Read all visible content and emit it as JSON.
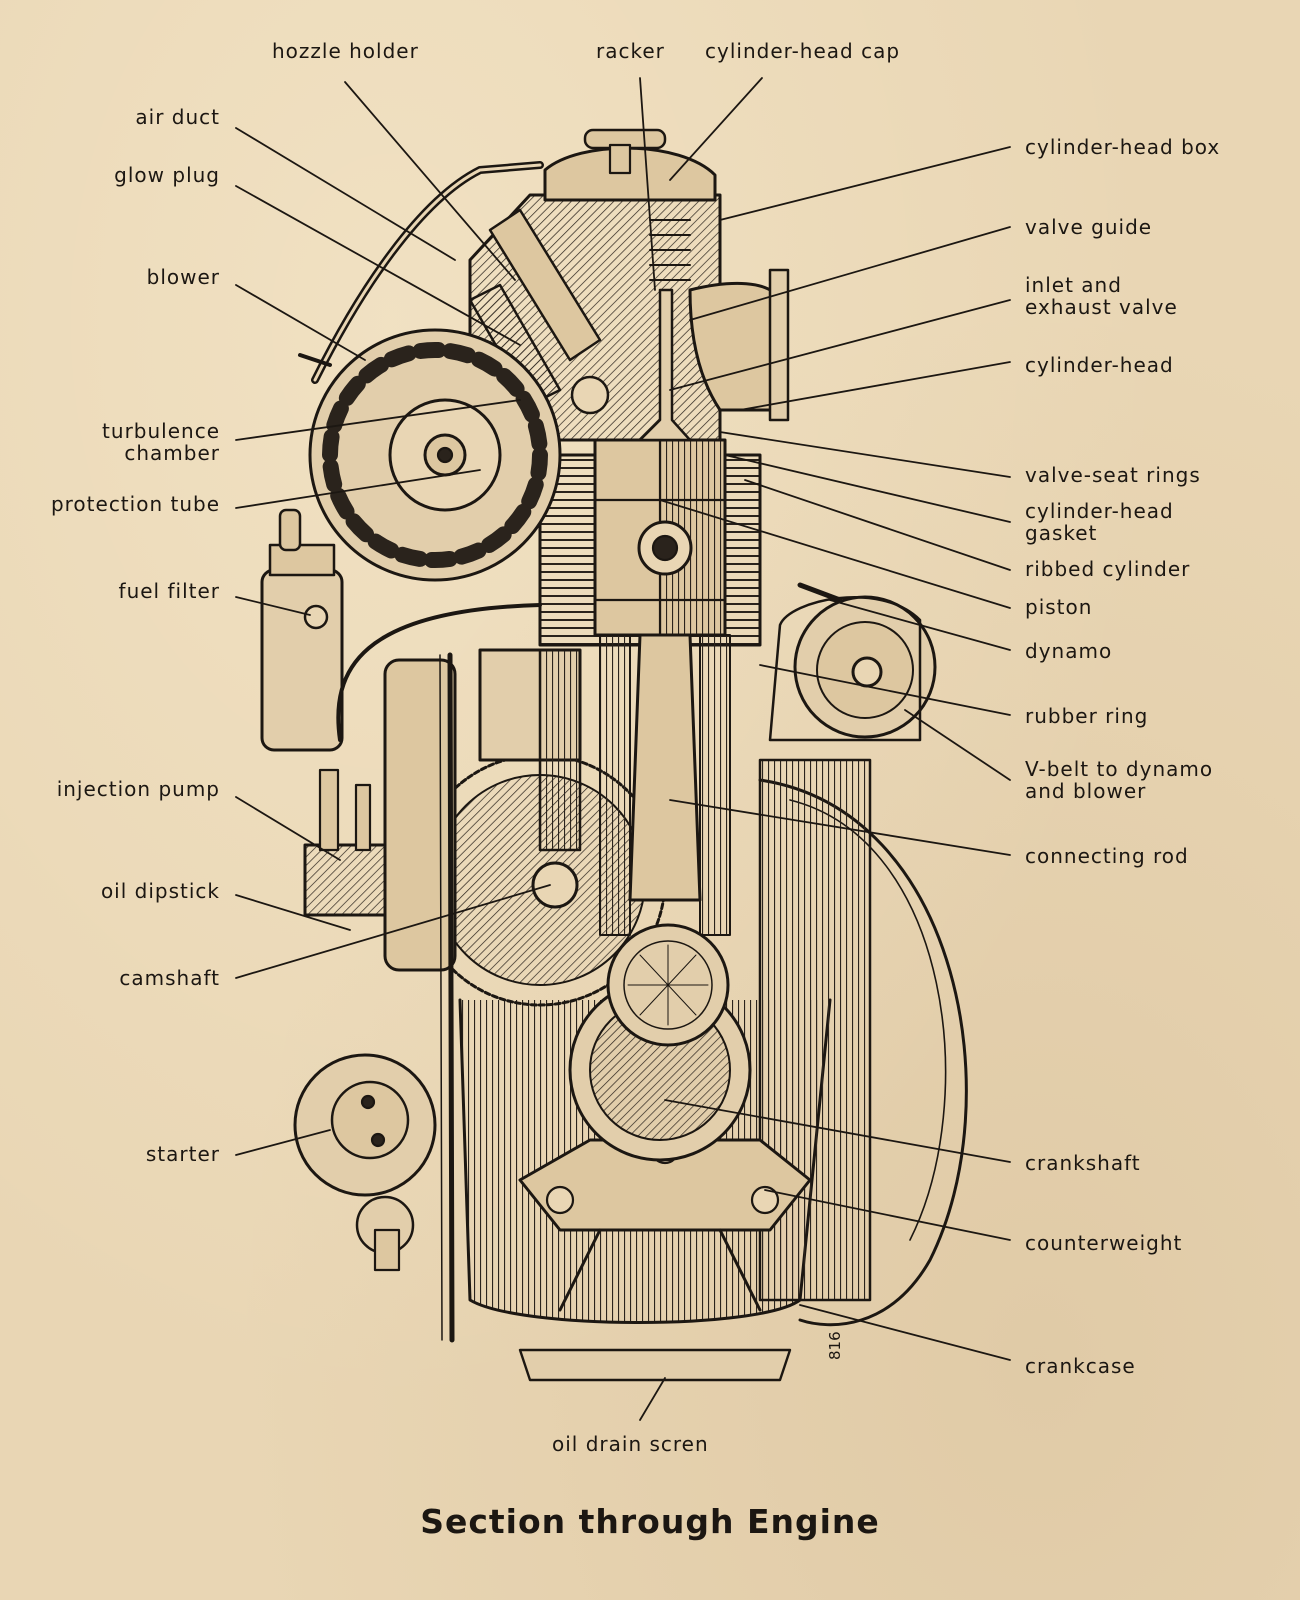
{
  "title": "Section through Engine",
  "figure_number": "816",
  "labels": {
    "hozzle_holder": "hozzle holder",
    "racker": "racker",
    "cylinder_head_cap": "cylinder-head cap",
    "air_duct": "air duct",
    "glow_plug": "glow plug",
    "blower": "blower",
    "turbulence_chamber": "turbulence\nchamber",
    "protection_tube": "protection tube",
    "fuel_filter": "fuel filter",
    "injection_pump": "injection pump",
    "oil_dipstick": "oil dipstick",
    "camshaft": "camshaft",
    "starter": "starter",
    "cylinder_head_box": "cylinder-head box",
    "valve_guide": "valve guide",
    "inlet_exhaust_valve": "inlet and\nexhaust valve",
    "cylinder_head": "cylinder-head",
    "valve_seat_rings": "valve-seat rings",
    "cylinder_head_gasket": "cylinder-head\ngasket",
    "ribbed_cylinder": "ribbed cylinder",
    "piston": "piston",
    "dynamo": "dynamo",
    "rubber_ring": "rubber ring",
    "vbelt": "V-belt to dynamo\nand blower",
    "connecting_rod": "connecting rod",
    "crankshaft": "crankshaft",
    "counterweight": "counterweight",
    "crankcase": "crankcase",
    "oil_drain_screen": "oil drain scren"
  }
}
